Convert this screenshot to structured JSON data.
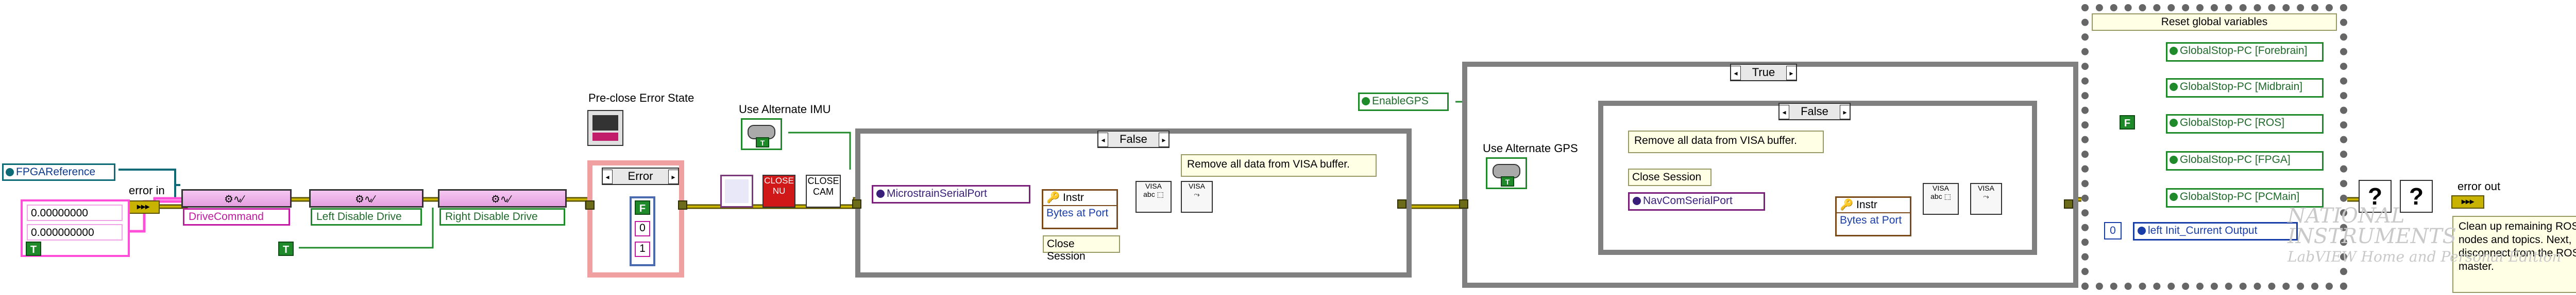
{
  "diagram": {
    "nodes": {
      "fpga_reference": "FPGAReference",
      "error_in": "error in",
      "const_1": "0.00000000",
      "const_2": "0.000000000",
      "drive_command": "DriveCommand",
      "left_disable": "Left Disable Drive",
      "right_disable": "Right Disable Drive",
      "pre_close_label": "Pre-close Error State",
      "error_case": "Error",
      "use_alt_imu": "Use Alternate IMU",
      "close_nu": "CLOSE NU",
      "close_cam": "CLOSE CAM",
      "imu_false": "False",
      "microstrain_port": "MicrostrainSerialPort",
      "instr_1": "Instr",
      "bytes_at_port_1": "Bytes at Port",
      "close_session_1": "Close Session",
      "remove_visa_1": "Remove all data from VISA buffer.",
      "enable_gps": "EnableGPS",
      "gps_true": "True",
      "use_alt_gps": "Use Alternate GPS",
      "gps_false": "False",
      "remove_visa_2": "Remove all data from VISA buffer.",
      "close_session_2": "Close Session",
      "navcom_port": "NavComSerialPort",
      "instr_2": "Instr",
      "bytes_at_port_2": "Bytes at Port",
      "reset_globals": "Reset global variables",
      "gs_forebrain": "GlobalStop-PC [Forebrain]",
      "gs_midbrain": "GlobalStop-PC [Midbrain]",
      "gs_ros": "GlobalStop-PC [ROS]",
      "gs_fpga": "GlobalStop-PC [FPGA]",
      "gs_pcmain": "GlobalStop-PC [PCMain]",
      "index_zero": "0",
      "left_init": "left Init_Current Output",
      "error_out": "error out",
      "ros_comment": "Clean up remaining ROS nodes and topics. Next, disconnect from the ROS master.",
      "bool_t": "T",
      "bool_f": "F",
      "zero_val": "0",
      "one_val": "1",
      "question": "?"
    },
    "watermark": {
      "line1": "NATIONAL",
      "line2": "INSTRUMENTS",
      "line3": "LabVIEW Home and Personal Edition"
    },
    "colors": {
      "error_wire": "#c7b300",
      "error_wire_dark": "#5a5200",
      "refnum_wire": "#0d6b78",
      "visa_wire": "#7a1f7a",
      "bool_wire": "#1f8a2a",
      "numeric_wire": "#ff4fd8",
      "int_wire": "#1a3ea8"
    },
    "icons": [
      "fpga-ref-icon",
      "drive-command-icon",
      "error-state-icon",
      "alt-imu-switch-icon",
      "close-nu-icon",
      "close-cam-icon",
      "visa-bytes-icon",
      "visa-flush-icon",
      "visa-close-icon",
      "global-stop-icon",
      "ros-cleanup-icon",
      "question-icon"
    ]
  }
}
